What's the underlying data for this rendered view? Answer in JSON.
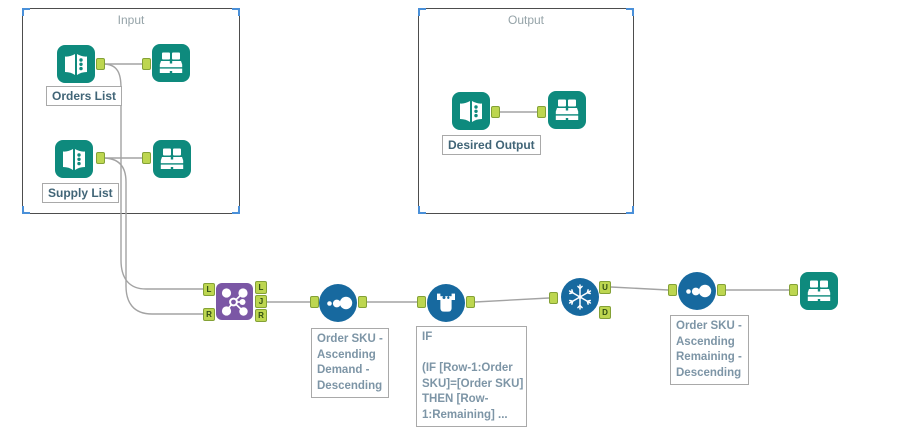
{
  "app": "workflow-canvas",
  "colors": {
    "tool_teal": "#0e8a7d",
    "tool_blue": "#17699f",
    "tool_purple": "#7b57a5",
    "anchor_green": "#bdd650",
    "anchor_border": "#84a136",
    "wire_gray": "#a3a3a3",
    "container_border": "#4d4d4d",
    "container_corner_blue": "#4a90d9",
    "annotation_text": "#7d95a6",
    "label_text": "#416577"
  },
  "containers": {
    "input": {
      "label": "Input"
    },
    "output": {
      "label": "Output"
    }
  },
  "tool_labels": {
    "orders": "Orders List",
    "supply": "Supply List",
    "desired_output": "Desired Output"
  },
  "annotations": {
    "sort1": {
      "lines": [
        "Order SKU -",
        "Ascending",
        "Demand -",
        "Descending"
      ]
    },
    "formula": {
      "lines": [
        "IF",
        "",
        "(IF [Row-1:Order",
        "SKU]=[Order SKU]",
        "THEN [Row-",
        "1:Remaining] ..."
      ]
    },
    "sort2": {
      "lines": [
        "Order SKU -",
        "Ascending",
        "Remaining -",
        "Descending"
      ]
    }
  },
  "anchors": {
    "l": "L",
    "j": "J",
    "r": "R",
    "u": "U",
    "d": "D"
  },
  "icons": {
    "input_data": "book-icon",
    "browse": "binoculars-icon",
    "join": "join-network-icon",
    "sort": "sort-dots-icon",
    "multi_row_formula": "beaker-drops-icon",
    "unique": "snowflake-icon"
  }
}
